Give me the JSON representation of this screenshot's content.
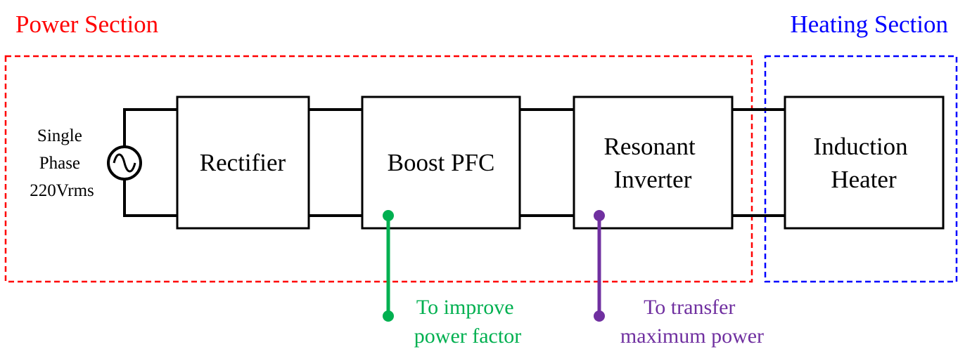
{
  "sections": {
    "power": {
      "title": "Power Section",
      "color": "#ff0000"
    },
    "heating": {
      "title": "Heating Section",
      "color": "#0000ff"
    }
  },
  "source": {
    "label_lines": [
      "Single",
      "Phase",
      "220Vrms"
    ],
    "icon": "ac-source-icon"
  },
  "blocks": [
    {
      "id": "rectifier",
      "lines": [
        "Rectifier"
      ]
    },
    {
      "id": "boost-pfc",
      "lines": [
        "Boost PFC"
      ]
    },
    {
      "id": "resonant-inverter",
      "lines": [
        "Resonant",
        "Inverter"
      ]
    },
    {
      "id": "induction-heater",
      "lines": [
        "Induction",
        "Heater"
      ]
    }
  ],
  "annotations": [
    {
      "id": "pfc-note",
      "lines": [
        "To improve",
        "power factor"
      ],
      "color": "#00b050"
    },
    {
      "id": "inverter-note",
      "lines": [
        "To transfer",
        "maximum power"
      ],
      "color": "#7030a0"
    }
  ]
}
